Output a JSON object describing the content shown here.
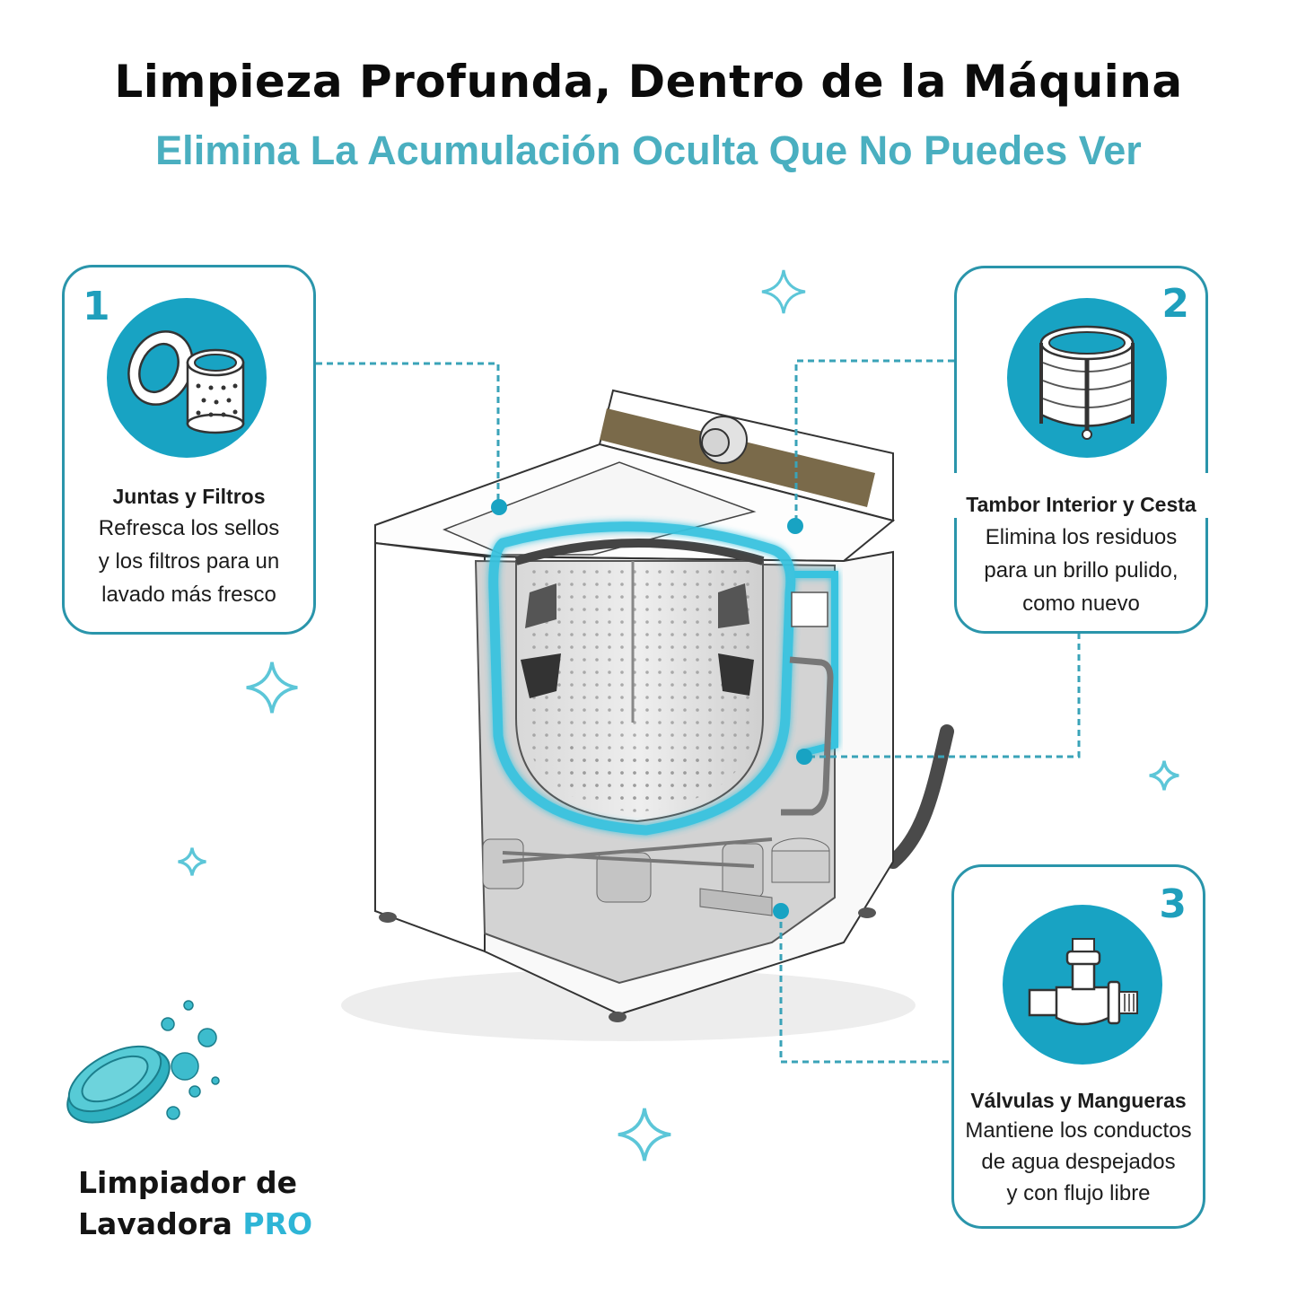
{
  "header": {
    "title": "Limpieza Profunda, Dentro de la Máquina",
    "subtitle": "Elimina La Acumulación Oculta Que No Puedes Ver"
  },
  "cards": [
    {
      "number": "1",
      "icon": "gasket-filter-icon",
      "heading": "Juntas y Filtros",
      "lines": [
        "Refresca los sellos",
        "y los filtros para un",
        "lavado más fresco"
      ]
    },
    {
      "number": "2",
      "icon": "drum-basket-icon",
      "heading": "Tambor Interior y Cesta",
      "lines": [
        "Elimina los residuos",
        "para un brillo pulido,",
        "como nuevo"
      ]
    },
    {
      "number": "3",
      "icon": "valve-hose-icon",
      "heading": "Válvulas y Mangueras",
      "lines": [
        "Mantiene los conductos",
        "de agua despejados",
        "y con flujo libre"
      ]
    }
  ],
  "brand": {
    "line1": "Limpiador de",
    "line2": "Lavadora",
    "highlight": "PRO"
  },
  "colors": {
    "accent": "#18a3c3",
    "subtitle": "#4aafc0",
    "card_border": "#2a95ab",
    "pro": "#2eb5d6",
    "panel_brown": "#6b5a3e"
  }
}
